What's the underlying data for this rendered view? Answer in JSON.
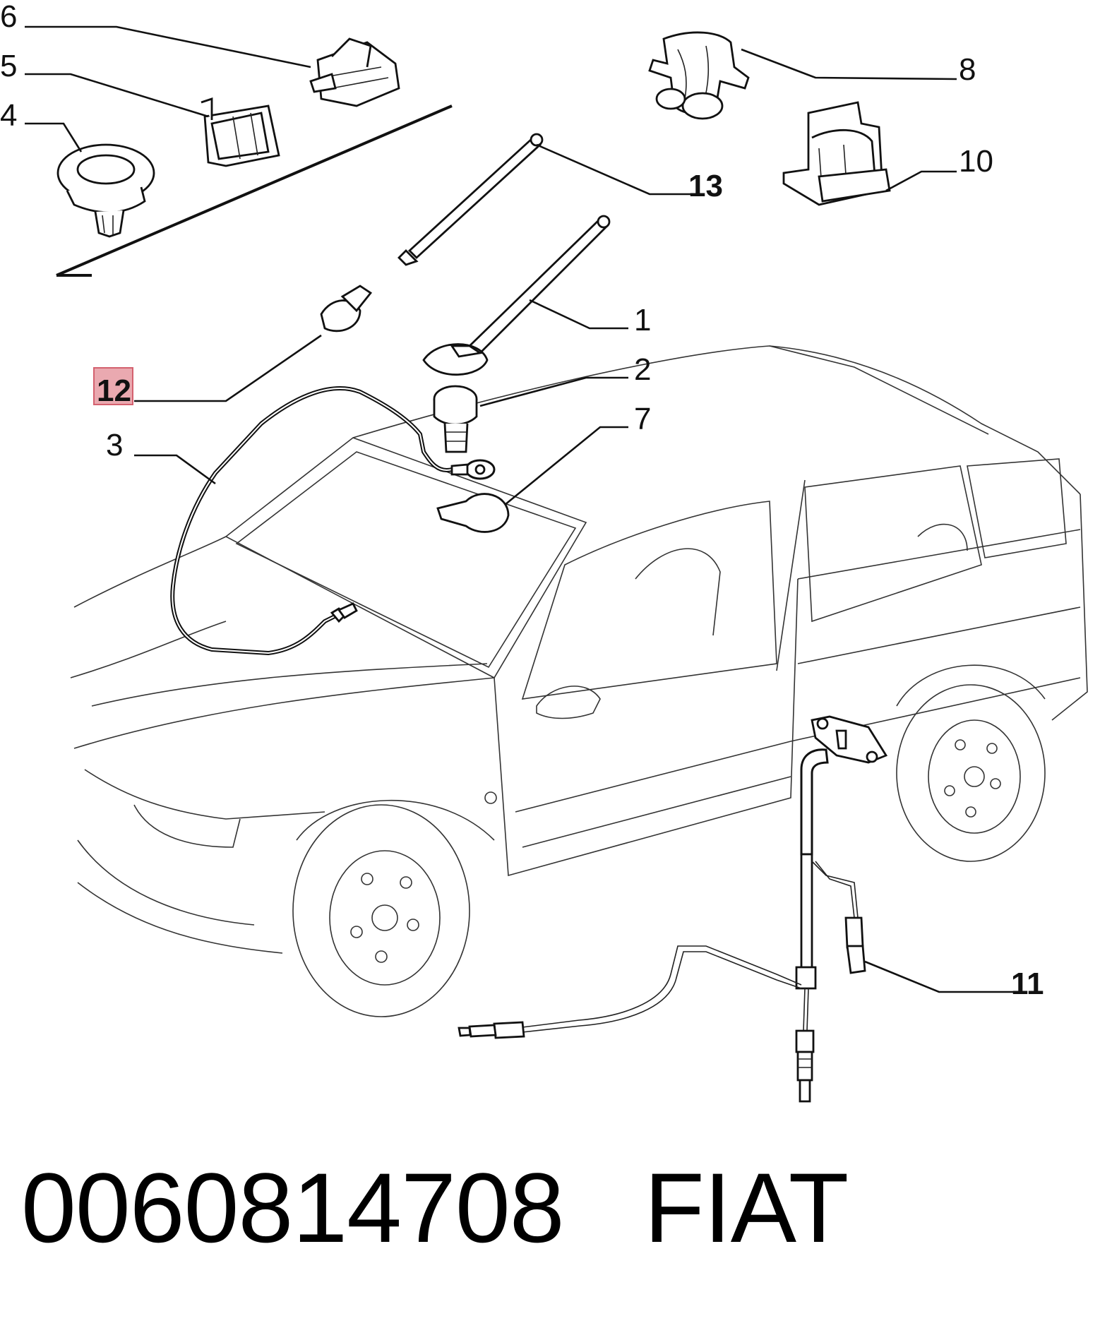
{
  "callouts": {
    "c1": "1",
    "c2": "2",
    "c3": "3",
    "c4": "4",
    "c5": "5",
    "c6": "6",
    "c7": "7",
    "c8": "8",
    "c10": "10",
    "c11": "11",
    "c12": "12",
    "c13": "13"
  },
  "highlight_color": "#e8a0a8",
  "footer": {
    "part_number": "0060814708",
    "brand": "FIAT"
  }
}
